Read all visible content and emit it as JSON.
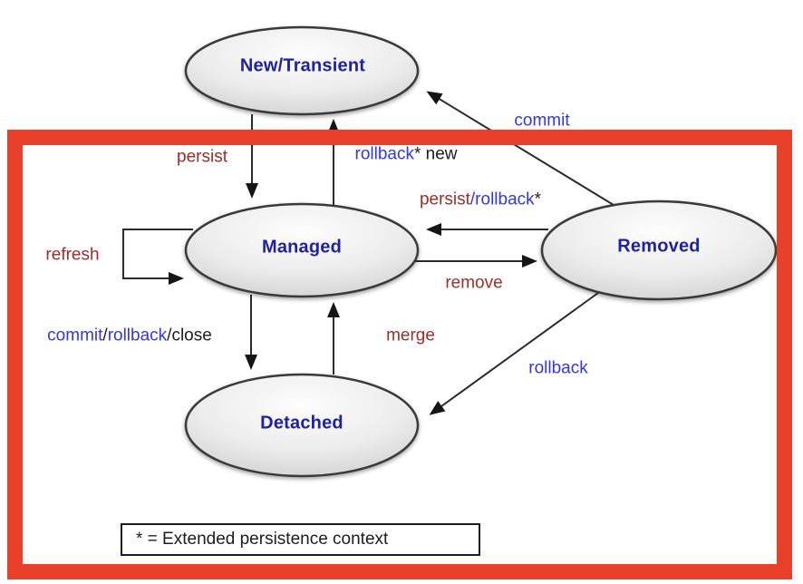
{
  "colors": {
    "frame_red": "#e8402b",
    "state_navy": "#20219b",
    "action_red": "#9c2d28",
    "action_blue": "#3336e3",
    "text_black": "#1c1c1c"
  },
  "states": {
    "new": {
      "label": "New/Transient"
    },
    "managed": {
      "label": "Managed"
    },
    "removed": {
      "label": "Removed"
    },
    "detached": {
      "label": "Detached"
    }
  },
  "transitions": {
    "persist": {
      "parts": [
        {
          "text": "persist",
          "color": "red"
        }
      ]
    },
    "rollback_new": {
      "parts": [
        {
          "text": "rollback",
          "color": "blue"
        },
        {
          "text": "* new",
          "color": "black"
        }
      ]
    },
    "commit": {
      "parts": [
        {
          "text": "commit",
          "color": "blue"
        }
      ]
    },
    "persist_rollback": {
      "parts": [
        {
          "text": "persist",
          "color": "red"
        },
        {
          "text": "/rollback",
          "color": "blue"
        },
        {
          "text": "*",
          "color": "black"
        }
      ]
    },
    "remove": {
      "parts": [
        {
          "text": "remove",
          "color": "red"
        }
      ]
    },
    "refresh": {
      "parts": [
        {
          "text": "refresh",
          "color": "red"
        }
      ]
    },
    "commit_rollback_close": {
      "parts": [
        {
          "text": "commit",
          "color": "blue"
        },
        {
          "text": "/",
          "color": "black"
        },
        {
          "text": "rollback",
          "color": "blue"
        },
        {
          "text": "/close",
          "color": "black"
        }
      ]
    },
    "merge": {
      "parts": [
        {
          "text": "merge",
          "color": "red"
        }
      ]
    },
    "rollback_to_detached": {
      "parts": [
        {
          "text": "rollback",
          "color": "blue"
        }
      ]
    }
  },
  "legend": {
    "text": "*  = Extended persistence context"
  }
}
